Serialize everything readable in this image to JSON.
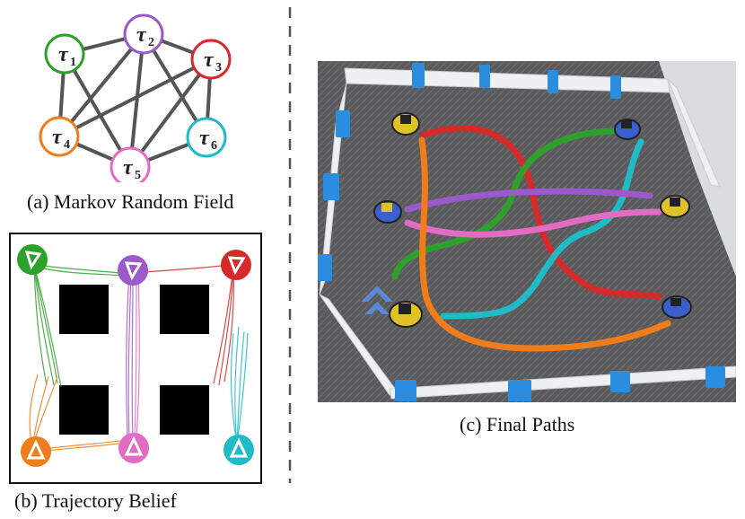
{
  "mrf": {
    "caption": "(a) Markov Random Field",
    "nodes": [
      {
        "id": "t1",
        "label": "τ",
        "sub": "1",
        "color": "#2ea02c"
      },
      {
        "id": "t2",
        "label": "τ",
        "sub": "2",
        "color": "#9b59c9"
      },
      {
        "id": "t3",
        "label": "τ",
        "sub": "3",
        "color": "#d62a2a"
      },
      {
        "id": "t4",
        "label": "τ",
        "sub": "4",
        "color": "#f07d1a"
      },
      {
        "id": "t5",
        "label": "τ",
        "sub": "5",
        "color": "#e26bc3"
      },
      {
        "id": "t6",
        "label": "τ",
        "sub": "6",
        "color": "#1fbcc8"
      }
    ],
    "edges": [
      [
        "t1",
        "t2"
      ],
      [
        "t2",
        "t3"
      ],
      [
        "t1",
        "t4"
      ],
      [
        "t3",
        "t6"
      ],
      [
        "t4",
        "t5"
      ],
      [
        "t5",
        "t6"
      ],
      [
        "t1",
        "t5"
      ],
      [
        "t2",
        "t4"
      ],
      [
        "t2",
        "t5"
      ],
      [
        "t2",
        "t6"
      ],
      [
        "t3",
        "t4"
      ],
      [
        "t3",
        "t5"
      ]
    ]
  },
  "belief": {
    "caption": "(b) Trajectory Belief",
    "colors": {
      "green": "#2ea02c",
      "purple": "#9b59c9",
      "red": "#d62a2a",
      "orange": "#f07d1a",
      "pink": "#e26bc3",
      "cyan": "#1fbcc8"
    }
  },
  "final_paths": {
    "caption": "(c) Final Paths",
    "path_colors": [
      "#d62a2a",
      "#2ea02c",
      "#1fbcc8",
      "#9b59c9",
      "#e26bc3",
      "#f07d1a"
    ]
  }
}
